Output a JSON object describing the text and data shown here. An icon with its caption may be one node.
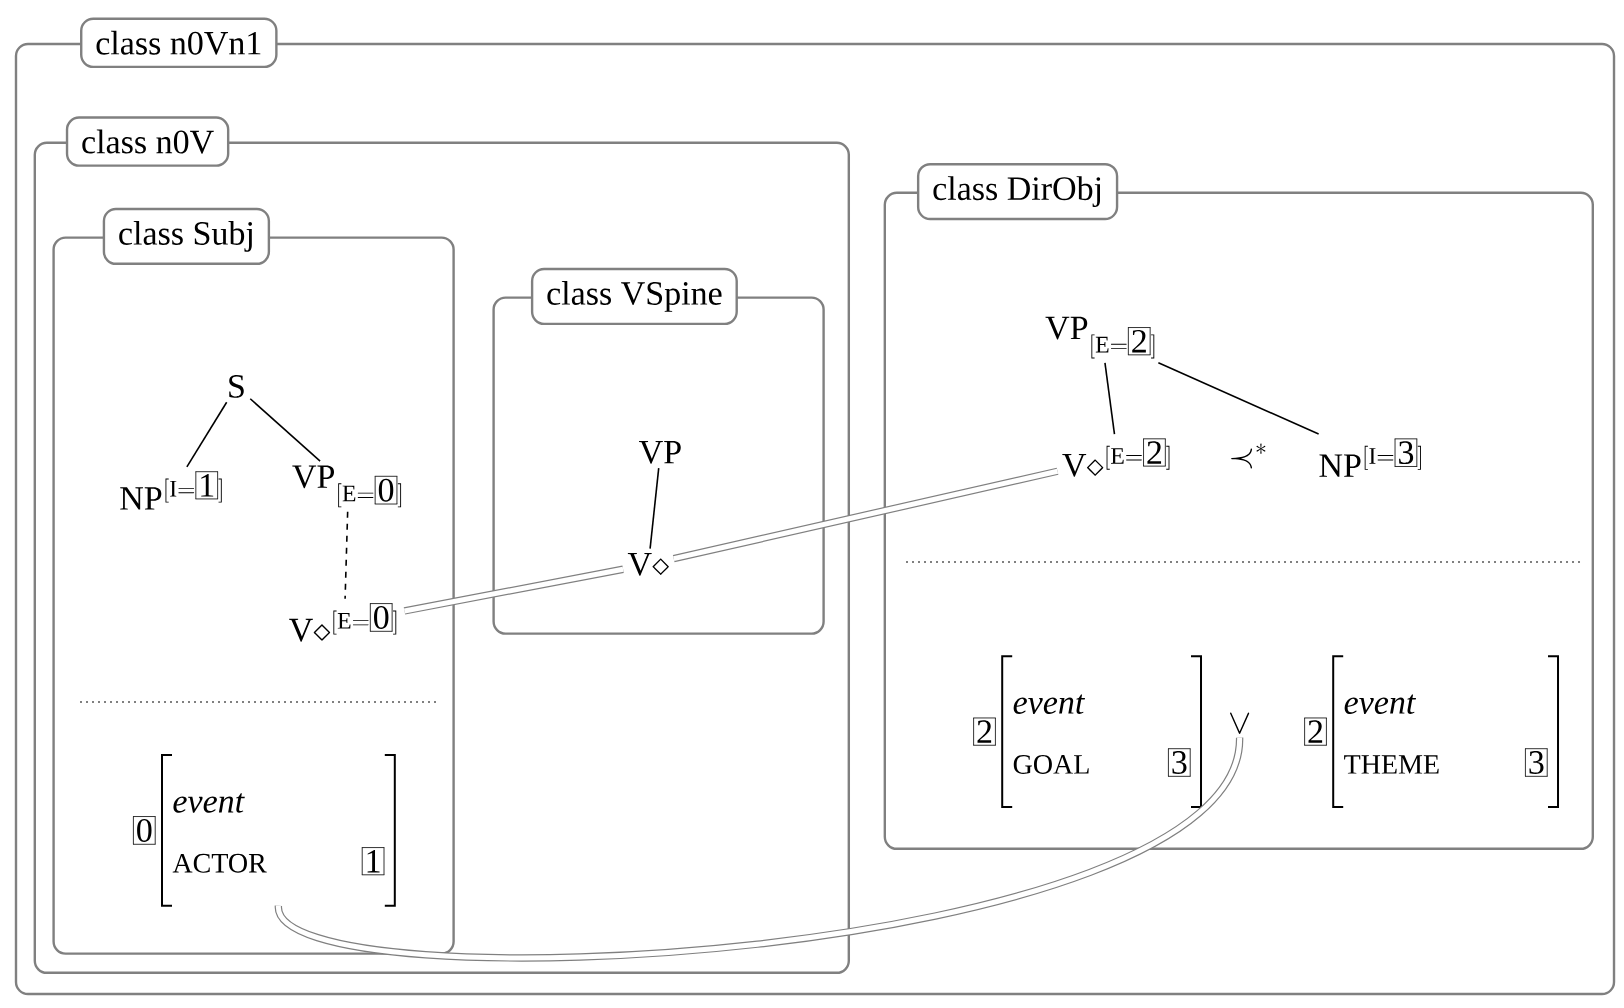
{
  "diagram": {
    "nodes": [
      {
        "text": [
          "class n0Vn1"
        ]
      },
      {
        "text": [
          "class n0V"
        ],
        "in": 0
      },
      {
        "text": [
          "class Subj"
        ],
        "in": 1
      },
      {
        "text": [
          "\\mathrm{S}"
        ],
        "in": 2
      },
      {
        "text": [
          "\\mathrm{NP}^{[\\mathrm{I}=\\fbox{1}]}"
        ],
        "in": 2
      },
      {
        "text": [
          "\\mathrm{VP}_{[\\mathrm{E}=\\fbox{0}]}"
        ],
        "in": 2
      },
      {
        "text": [
          "\\mathrm{V}{\\diamond}^{[\\mathrm{E}=\\fbox{0}]}"
        ],
        "in": 2
      },
      {
        "text": [
          "0",
          "event",
          "ACTOR",
          "1"
        ],
        "in": 2
      },
      {
        "text": [
          "class VSpine"
        ],
        "in": 1
      },
      {
        "text": [
          "\\mathrm{VP}"
        ],
        "in": 8
      },
      {
        "text": [
          "\\mathrm{V}{\\diamond}"
        ],
        "in": 8
      },
      {
        "text": [
          "class DirObj"
        ],
        "in": 0
      },
      {
        "text": [
          "\\mathrm{VP}_{[\\mathrm{E}=\\fbox{2}]}"
        ],
        "in": 11
      },
      {
        "text": [
          "\\mathrm{V}{\\diamond}^{[\\mathrm{E}=\\fbox{2}]}"
        ],
        "in": 11
      },
      {
        "text": [
          "\\mathrm{NP}^{[\\mathrm{I}=\\fbox{3}]}"
        ],
        "in": 11
      },
      {
        "text": [
          "2",
          "event",
          "GOAL",
          "3"
        ],
        "in": 11
      },
      {
        "text": [
          "\\vee"
        ],
        "in": 11
      },
      {
        "text": [
          "2",
          "event",
          "THEME",
          "3"
        ],
        "in": 11
      }
    ],
    "edges": [
      {
        "from": 3,
        "to": 4,
        "arrow": "none"
      },
      {
        "from": 3,
        "to": 5,
        "arrow": "none"
      },
      {
        "from": 5,
        "to": 6,
        "arrow": "none",
        "style": "dashed"
      },
      {
        "from": 9,
        "to": 10,
        "arrow": "none"
      },
      {
        "from": 12,
        "to": 13,
        "arrow": "none"
      },
      {
        "from": 12,
        "to": 14,
        "arrow": "none"
      },
      {
        "from": 6,
        "to": 10,
        "arrow": "none",
        "style": "thick",
        "color": "#808080"
      },
      {
        "from": 10,
        "to": 13,
        "arrow": "none",
        "style": "thick",
        "color": "#808080"
      },
      {
        "from": 7,
        "to": 16,
        "arrow": "none",
        "style": "thick",
        "color": "#808080"
      }
    ],
    "labels": [
      "\\prec^{*}"
    ]
  }
}
